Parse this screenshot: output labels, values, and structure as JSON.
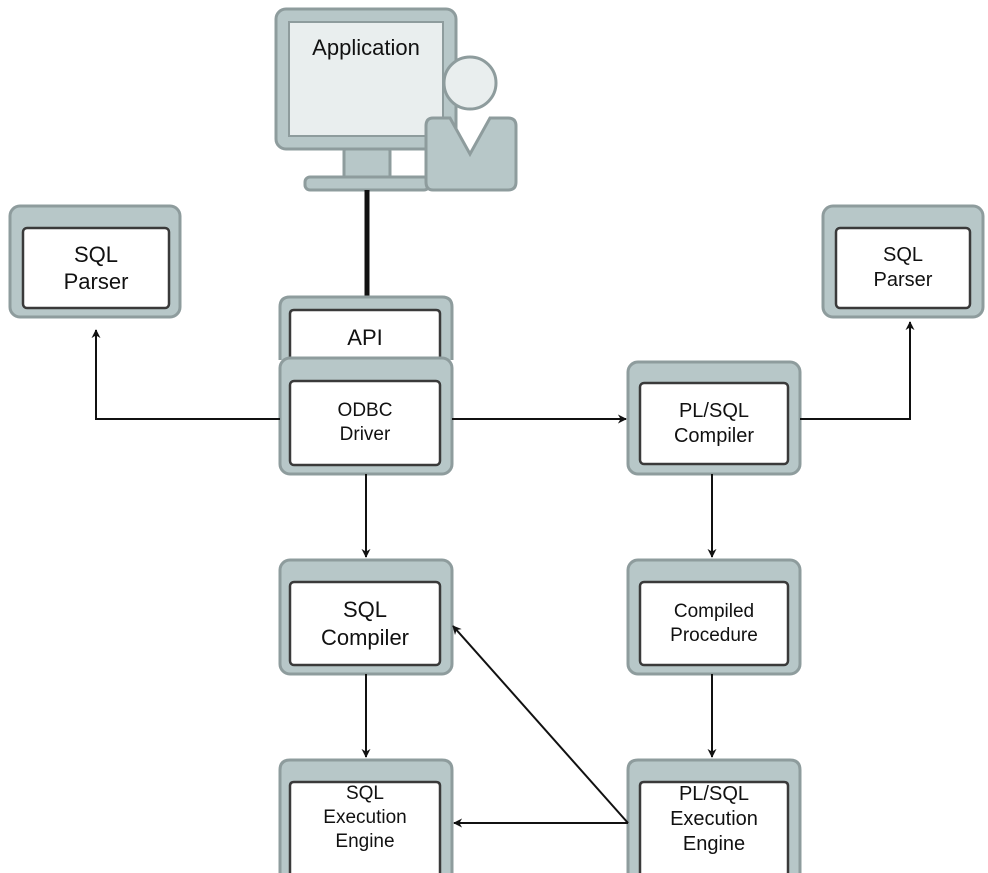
{
  "application": {
    "label": "Application"
  },
  "nodes": {
    "sql_parser_left": "SQL\nParser",
    "sql_parser_right": "SQL\nParser",
    "api": "API",
    "odbc_driver": "ODBC\nDriver",
    "plsql_compiler": "PL/SQL\nCompiler",
    "sql_compiler": "SQL\nCompiler",
    "compiled_procedure": "Compiled\nProcedure",
    "sql_execution_engine": "SQL\nExecution\nEngine",
    "plsql_execution_engine": "PL/SQL\nExecution\nEngine"
  },
  "colors": {
    "frame": "#b7c7c8",
    "frame_border": "#8e9c9d",
    "screen": "#e9eeee",
    "inner_box": "#ffffff",
    "arrow": "#111111"
  },
  "icons": {
    "computer": "monitor-icon",
    "user": "person-icon"
  }
}
